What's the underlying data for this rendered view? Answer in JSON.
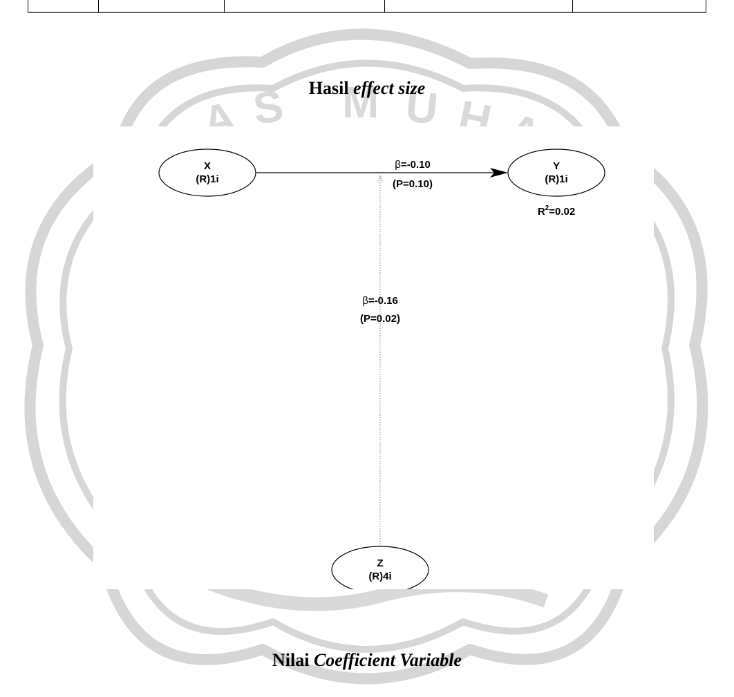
{
  "captions": {
    "top_bold": "Hasil ",
    "top_italic": "effect size",
    "bottom_bold": "Nilai ",
    "bottom_italic": "Coefficient Variable"
  },
  "colors": {
    "watermark": "#d4d4d4",
    "text": "#000000",
    "arrow": "#000000",
    "dotted_line": "#9a9a9a"
  },
  "diagram": {
    "nodes": [
      {
        "id": "x",
        "name": "X",
        "type": "(R)1i"
      },
      {
        "id": "y",
        "name": "Y",
        "type": "(R)1i",
        "r_squared_prefix": "R",
        "r_squared_sup": "2",
        "r_squared_value": "=0.02"
      },
      {
        "id": "z",
        "name": "Z",
        "type": "(R)4i"
      }
    ],
    "edges": [
      {
        "id": "x-to-y",
        "from": "X",
        "to": "Y",
        "beta_symbol": "β",
        "beta": "=-0.10",
        "p": "(P=0.10)",
        "style": "solid"
      },
      {
        "id": "z-moderation",
        "from": "Z",
        "to": "x-to-y",
        "beta_symbol": "β",
        "beta": "=-0.16",
        "p": "(P=0.02)",
        "style": "dotted"
      }
    ]
  }
}
